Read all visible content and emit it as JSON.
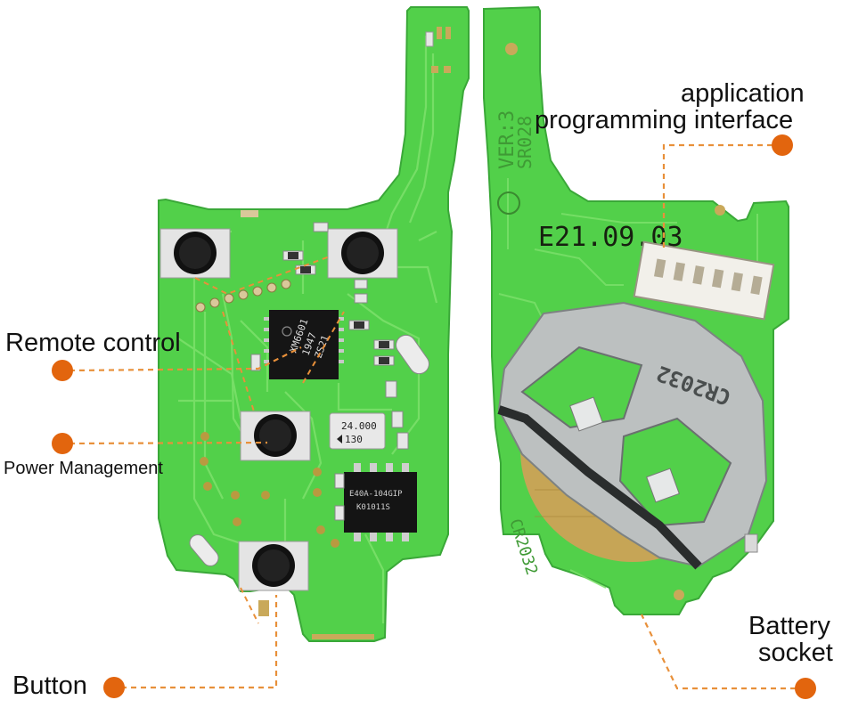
{
  "callouts": {
    "remote_control": "Remote control",
    "power_management": "Power Management",
    "button": "Button",
    "api_line1": "application",
    "api_line2": "programming interface",
    "battery_line1": "Battery",
    "battery_line2": "socket"
  },
  "board_markings": {
    "chip_line1": "XM6601",
    "chip_line2": "1947",
    "chip_line3": "ZS21",
    "crystal_line1": "24.000",
    "crystal_line2": "130",
    "eeprom_line1": "E40A-104GIP",
    "eeprom_line2": "K01011S",
    "version_line1": "VER:3",
    "version_line2": "SR028",
    "date_code": "E21.09.03",
    "battery_model": "CR2032",
    "battery_clip_text": "CR2032"
  },
  "colors": {
    "pcb_green": "#52d04a",
    "trace_green": "#7be06a",
    "callout_orange": "#e2650e",
    "leader_orange": "#e8903a",
    "metal": "#b9bdbd"
  }
}
